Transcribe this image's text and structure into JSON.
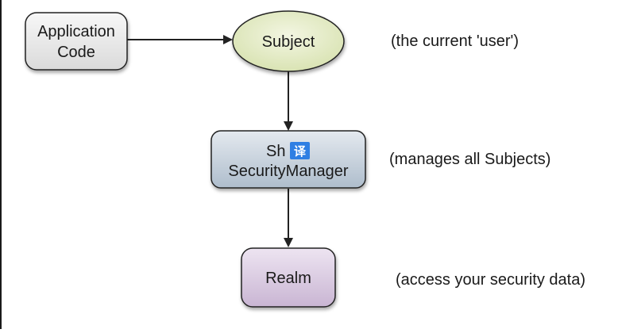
{
  "nodes": {
    "app": {
      "line1": "Application",
      "line2": "Code"
    },
    "subject": {
      "label": "Subject"
    },
    "security_manager": {
      "line1": "Sh",
      "line2": "SecurityManager"
    },
    "realm": {
      "label": "Realm"
    }
  },
  "annotations": {
    "subject": "(the current 'user')",
    "security_manager": "(manages all Subjects)",
    "realm": "(access your security data)"
  },
  "overlay_badge": {
    "label": "译"
  },
  "colors": {
    "app_fill": "#e9e9e9",
    "subject_fill": "#e3ebc4",
    "security_manager_fill": "#c9d3de",
    "realm_fill": "#ddd0e3",
    "badge_fill": "#2f7fe3",
    "stroke": "#222222"
  }
}
